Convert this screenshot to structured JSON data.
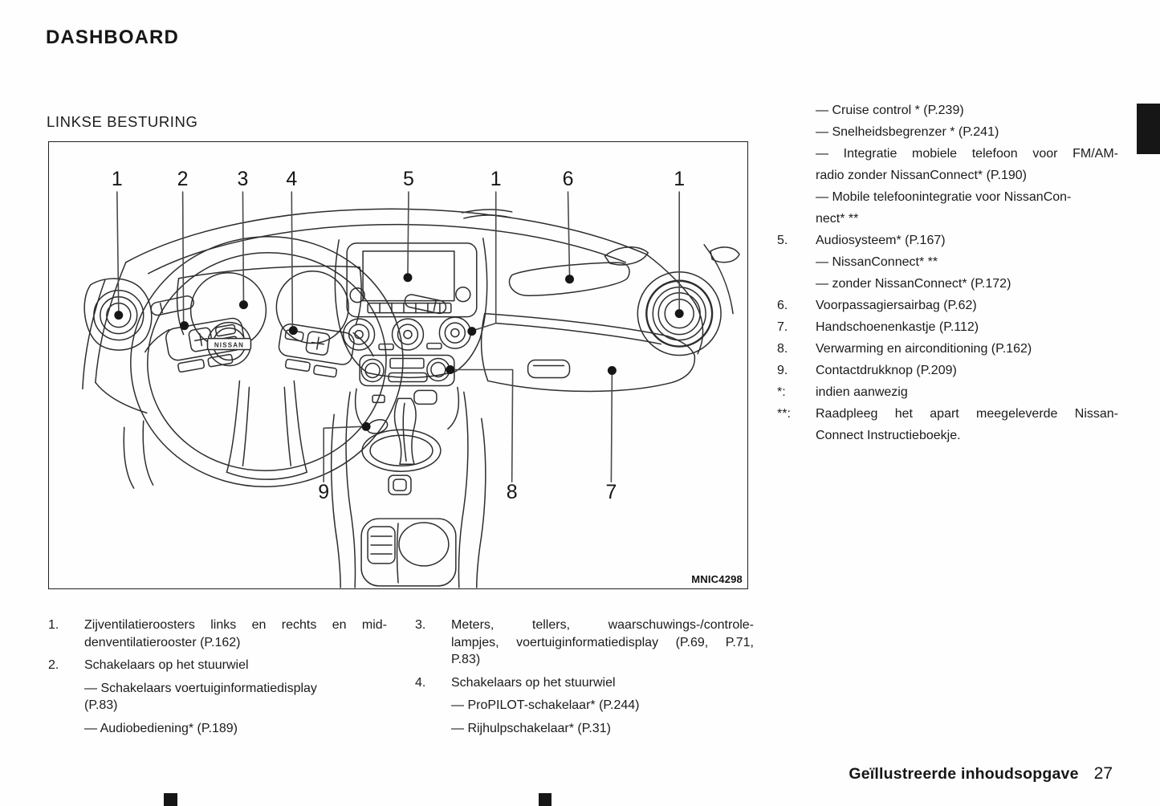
{
  "page": {
    "title": "DASHBOARD",
    "section_title": "LINKSE BESTURING",
    "footer": {
      "chapter_label": "Geïllustreerde inhoudsopgave",
      "page_number": "27"
    }
  },
  "colors": {
    "ink": "#1b1b1b",
    "paper": "#fefefe",
    "tab": "#161616"
  },
  "figure": {
    "code": "MNIC4298",
    "brand": "NISSAN",
    "callouts_top": [
      "1",
      "2",
      "3",
      "4",
      "5",
      "1",
      "6",
      "1"
    ],
    "callouts_bottom": [
      "9",
      "8",
      "7"
    ]
  },
  "legend_col1": [
    {
      "num": "1.",
      "lines": [
        "Zijventilatieroosters links en rechts en mid-",
        "denventilatierooster (P.162)"
      ]
    },
    {
      "num": "2.",
      "lines": [
        "Schakelaars op het stuurwiel"
      ]
    },
    {
      "num": "",
      "lines": [
        "— Schakelaars voertuiginformatiedisplay",
        "(P.83)"
      ]
    },
    {
      "num": "",
      "lines": [
        "— Audiobediening* (P.189)"
      ]
    }
  ],
  "legend_col2": [
    {
      "num": "3.",
      "lines": [
        "Meters, tellers, waarschuwings-/controle-",
        "lampjes, voertuiginformatiedisplay (P.69, P.71,",
        "P.83)"
      ]
    },
    {
      "num": "4.",
      "lines": [
        "Schakelaars op het stuurwiel"
      ]
    },
    {
      "num": "",
      "lines": [
        "— ProPILOT-schakelaar* (P.244)"
      ]
    },
    {
      "num": "",
      "lines": [
        "— Rijhulpschakelaar* (P.31)"
      ]
    }
  ],
  "legend_col3": [
    {
      "num": "",
      "lines": [
        "— Cruise control * (P.239)"
      ]
    },
    {
      "num": "",
      "lines": [
        "— Snelheidsbegrenzer * (P.241)"
      ]
    },
    {
      "num": "",
      "lines": [
        "— Integratie mobiele telefoon voor FM/AM-",
        "radio zonder NissanConnect* (P.190)"
      ]
    },
    {
      "num": "",
      "lines": [
        "— Mobile telefoonintegratie voor NissanCon-",
        "nect* **"
      ]
    },
    {
      "num": "5.",
      "lines": [
        "Audiosysteem* (P.167)"
      ]
    },
    {
      "num": "",
      "lines": [
        "— NissanConnect* **"
      ]
    },
    {
      "num": "",
      "lines": [
        "— zonder NissanConnect* (P.172)"
      ]
    },
    {
      "num": "6.",
      "lines": [
        "Voorpassagiersairbag (P.62)"
      ]
    },
    {
      "num": "7.",
      "lines": [
        "Handschoenenkastje (P.112)"
      ]
    },
    {
      "num": "8.",
      "lines": [
        "Verwarming en airconditioning (P.162)"
      ]
    },
    {
      "num": "9.",
      "lines": [
        "Contactdrukknop (P.209)"
      ]
    },
    {
      "num": "*:",
      "lines": [
        "indien aanwezig"
      ]
    },
    {
      "num": "**:",
      "lines": [
        "Raadpleeg het apart meegeleverde Nissan-",
        "Connect Instructieboekje."
      ]
    }
  ]
}
